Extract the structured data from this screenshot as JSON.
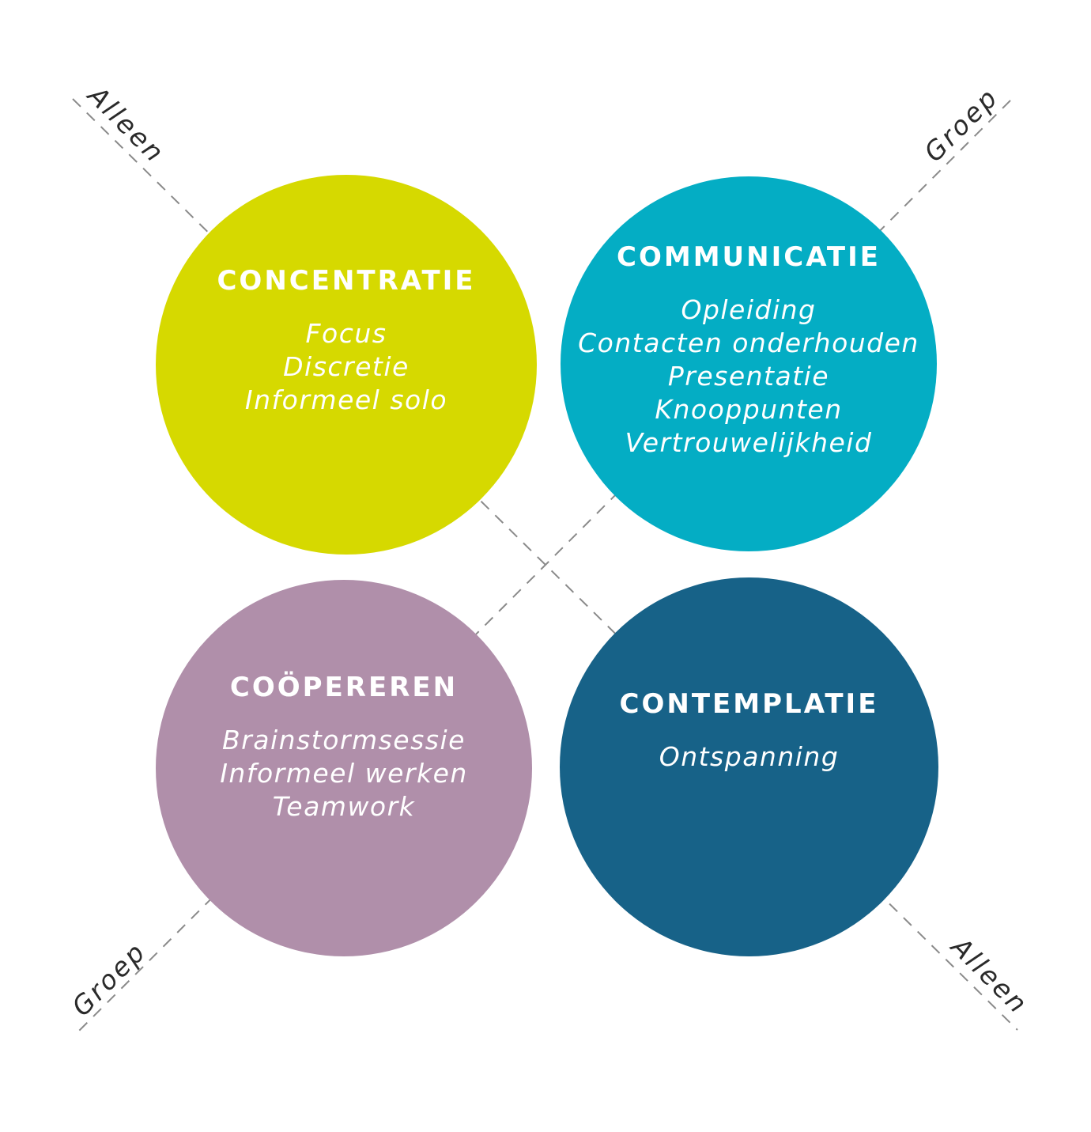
{
  "quadrants": [
    {
      "id": "concentratie",
      "title": "CONCENTRATIE",
      "items": [
        "Focus",
        "Discretie",
        "Informeel solo"
      ],
      "color": "#d6d900"
    },
    {
      "id": "communicatie",
      "title": "COMMUNICATIE",
      "items": [
        "Opleiding",
        "Contacten onderhouden",
        "Presentatie",
        "Knooppunten",
        "Vertrouwelijkheid"
      ],
      "color": "#04adc4"
    },
    {
      "id": "cooepereren",
      "title": "COÖPEREREN",
      "items": [
        "Brainstormsessie",
        "Informeel werken",
        "Teamwork"
      ],
      "color": "#b08faa"
    },
    {
      "id": "contemplatie",
      "title": "CONTEMPLATIE",
      "items": [
        "Ontspanning"
      ],
      "color": "#176288"
    }
  ],
  "axis_labels": {
    "top_left": "Alleen",
    "top_right": "Groep",
    "bottom_left": "Groep",
    "bottom_right": "Alleen"
  },
  "colors": {
    "axis_line": "#8a8a8a",
    "label_text": "#2a2a2a",
    "circle_text": "#ffffff"
  }
}
